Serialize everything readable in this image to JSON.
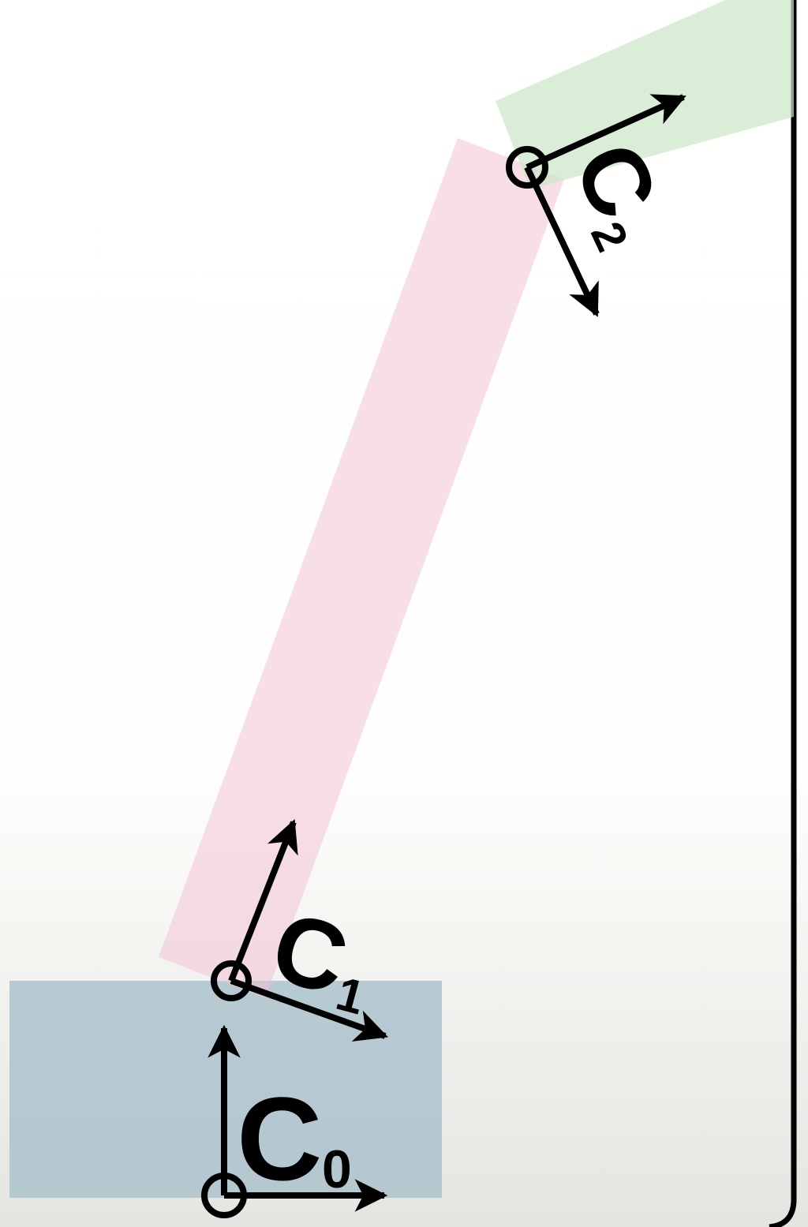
{
  "diagram": {
    "colors": {
      "base_link": "#a9bfcb",
      "link_1": "#f3c3d3",
      "link_2": "#cbe6c6",
      "ink": "#000000",
      "background_top": "#ffffff",
      "background_bottom": "#e6e6e3"
    },
    "frames": [
      {
        "id": "c0",
        "letter": "C",
        "subscript": "0"
      },
      {
        "id": "c1",
        "letter": "C",
        "subscript": "1"
      },
      {
        "id": "c2",
        "letter": "C",
        "subscript": "2"
      }
    ]
  }
}
